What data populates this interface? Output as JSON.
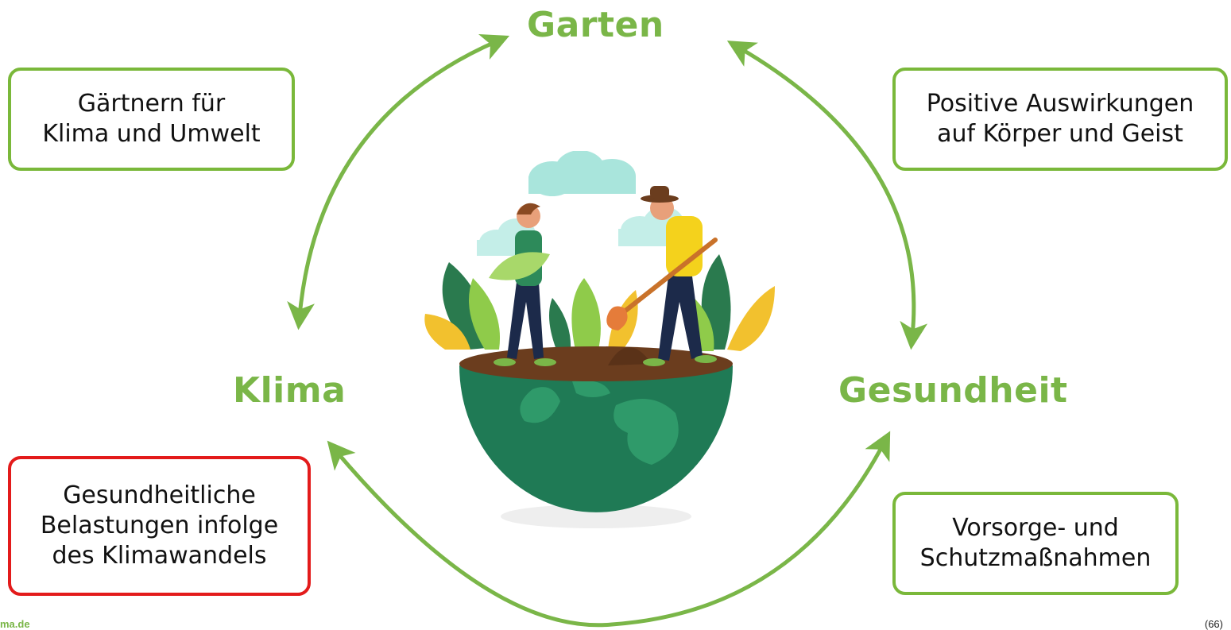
{
  "hubs": {
    "garten": "Garten",
    "klima": "Klima",
    "gesundheit": "Gesundheit"
  },
  "boxes": {
    "top_left": {
      "lines": [
        "Gärtnern für",
        "Klima und Umwelt"
      ],
      "border_color": "#7ab83a"
    },
    "top_right": {
      "lines": [
        "Positive Auswirkungen",
        "auf Körper und Geist"
      ],
      "border_color": "#7ab83a"
    },
    "bottom_left": {
      "lines": [
        "Gesundheitliche",
        "Belastungen infolge",
        "des Klimawandels"
      ],
      "border_color": "#e31b1b"
    },
    "bottom_right": {
      "lines": [
        "Vorsorge- und",
        "Schutzmaßnahmen"
      ],
      "border_color": "#7ab83a"
    }
  },
  "footer": {
    "source": "ma.de",
    "reference": "(66)"
  },
  "colors": {
    "hub_text": "#7ab648",
    "arrow": "#7ab648",
    "box_border": "#7ab83a",
    "box_border_alert": "#e31b1b",
    "globe_ocean": "#1f7a55",
    "globe_land": "#2f9a6a",
    "soil": "#6b3d1e"
  },
  "illustration": {
    "name": "gardeners-on-globe-illustration"
  }
}
